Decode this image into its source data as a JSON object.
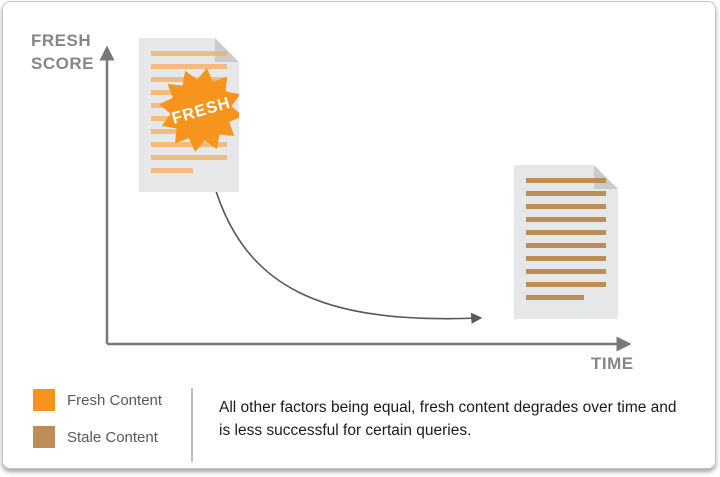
{
  "axes": {
    "y_label": "FRESH SCORE",
    "x_label": "TIME"
  },
  "fresh_badge": "FRESH",
  "legend": {
    "items": [
      {
        "label": "Fresh Content",
        "color": "#f7941e"
      },
      {
        "label": "Stale Content",
        "color": "#bd8d57"
      }
    ]
  },
  "caption": "All other factors being equal, fresh content degrades over time and is less successful for certain queries.",
  "colors": {
    "fresh": "#f7941e",
    "stale": "#bd8d57",
    "fresh_line": "#f5ad5e",
    "axis": "#77787b",
    "curve": "#58595b",
    "doc_bg": "#e6e7e8",
    "label_gray": "#84868a"
  }
}
